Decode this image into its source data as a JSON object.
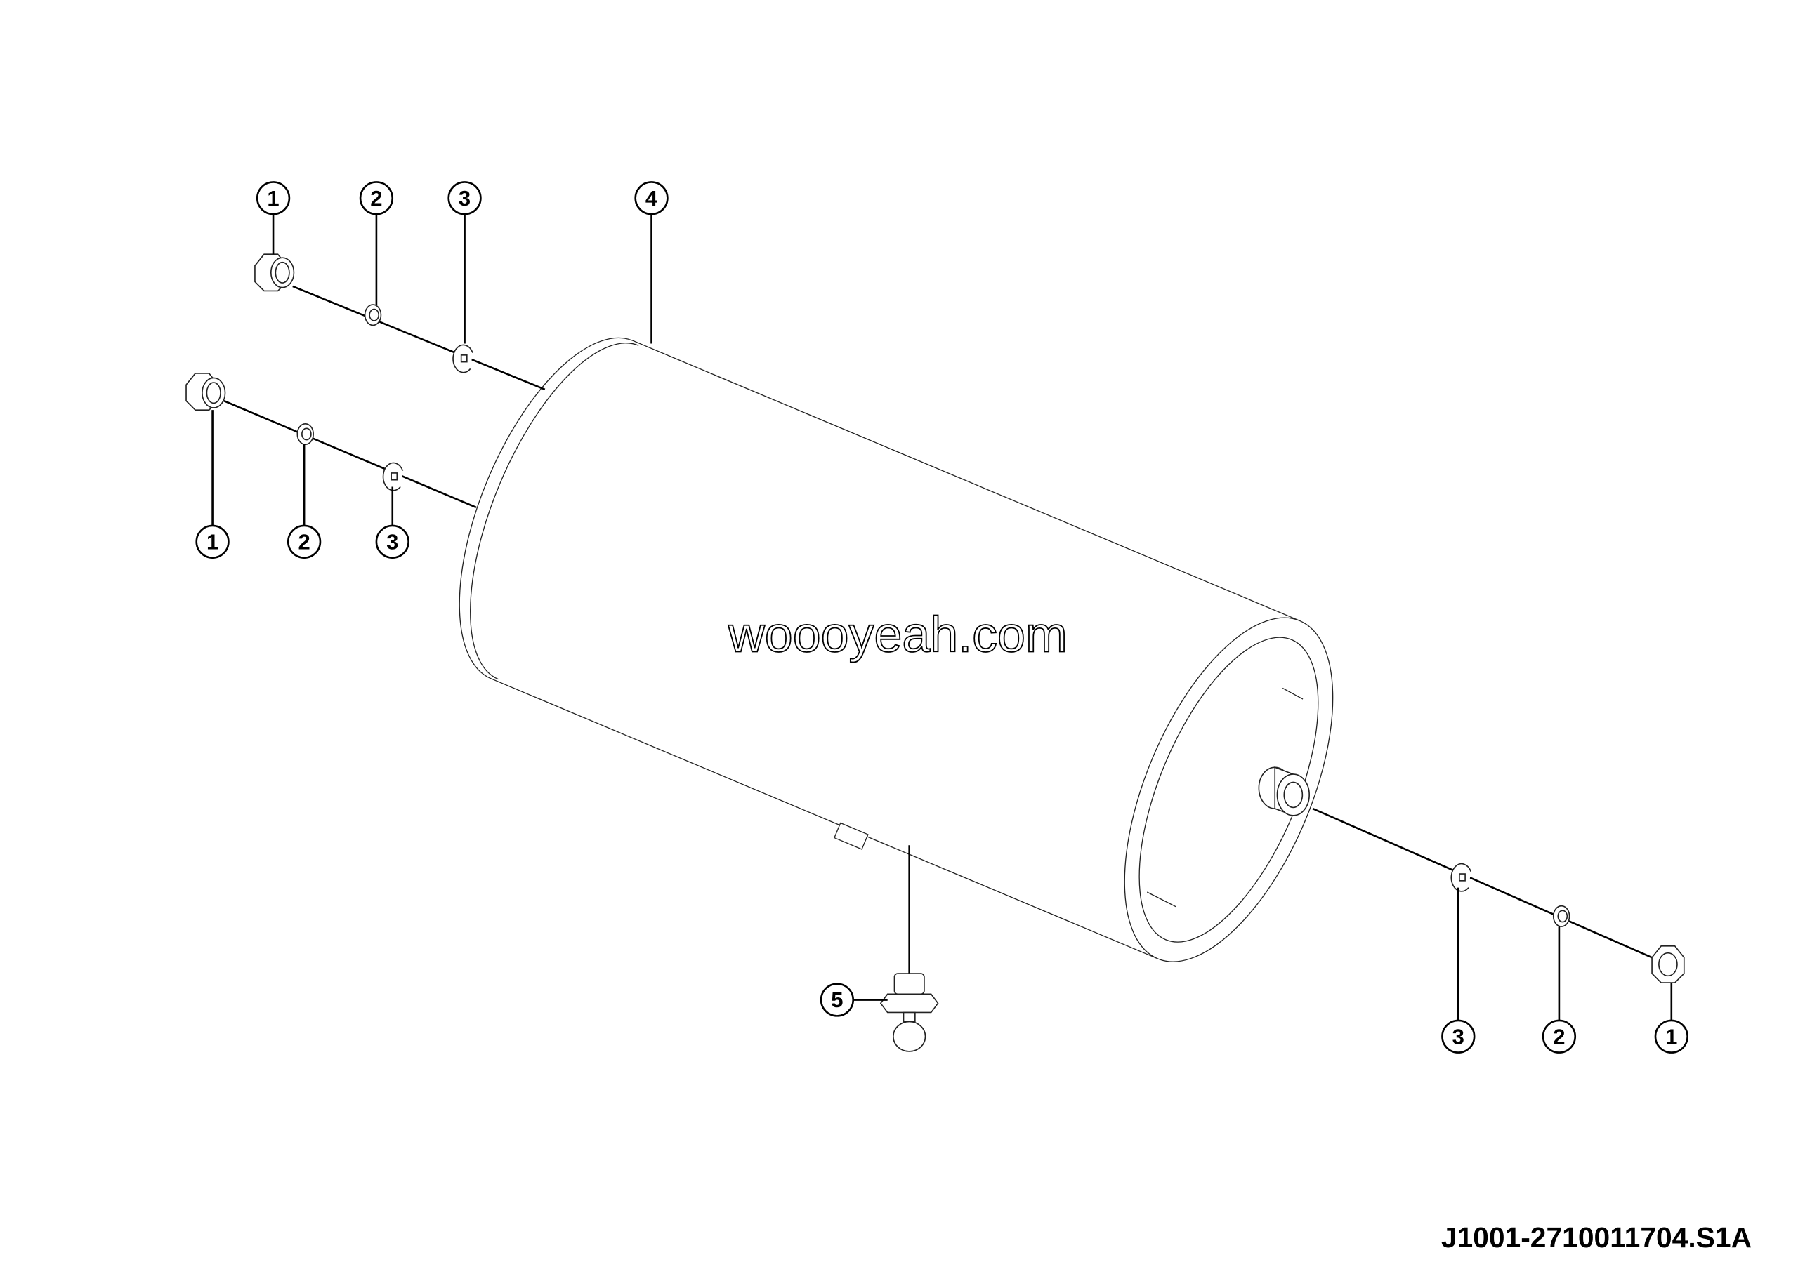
{
  "callouts": {
    "upper_left": [
      "1",
      "2",
      "3"
    ],
    "tank": "4",
    "lower_left": [
      "1",
      "2",
      "3"
    ],
    "drain": "5",
    "right": [
      "3",
      "2",
      "1"
    ]
  },
  "watermark": "woooyeah.com",
  "drawing_number": "J1001-2710011704.S1A"
}
